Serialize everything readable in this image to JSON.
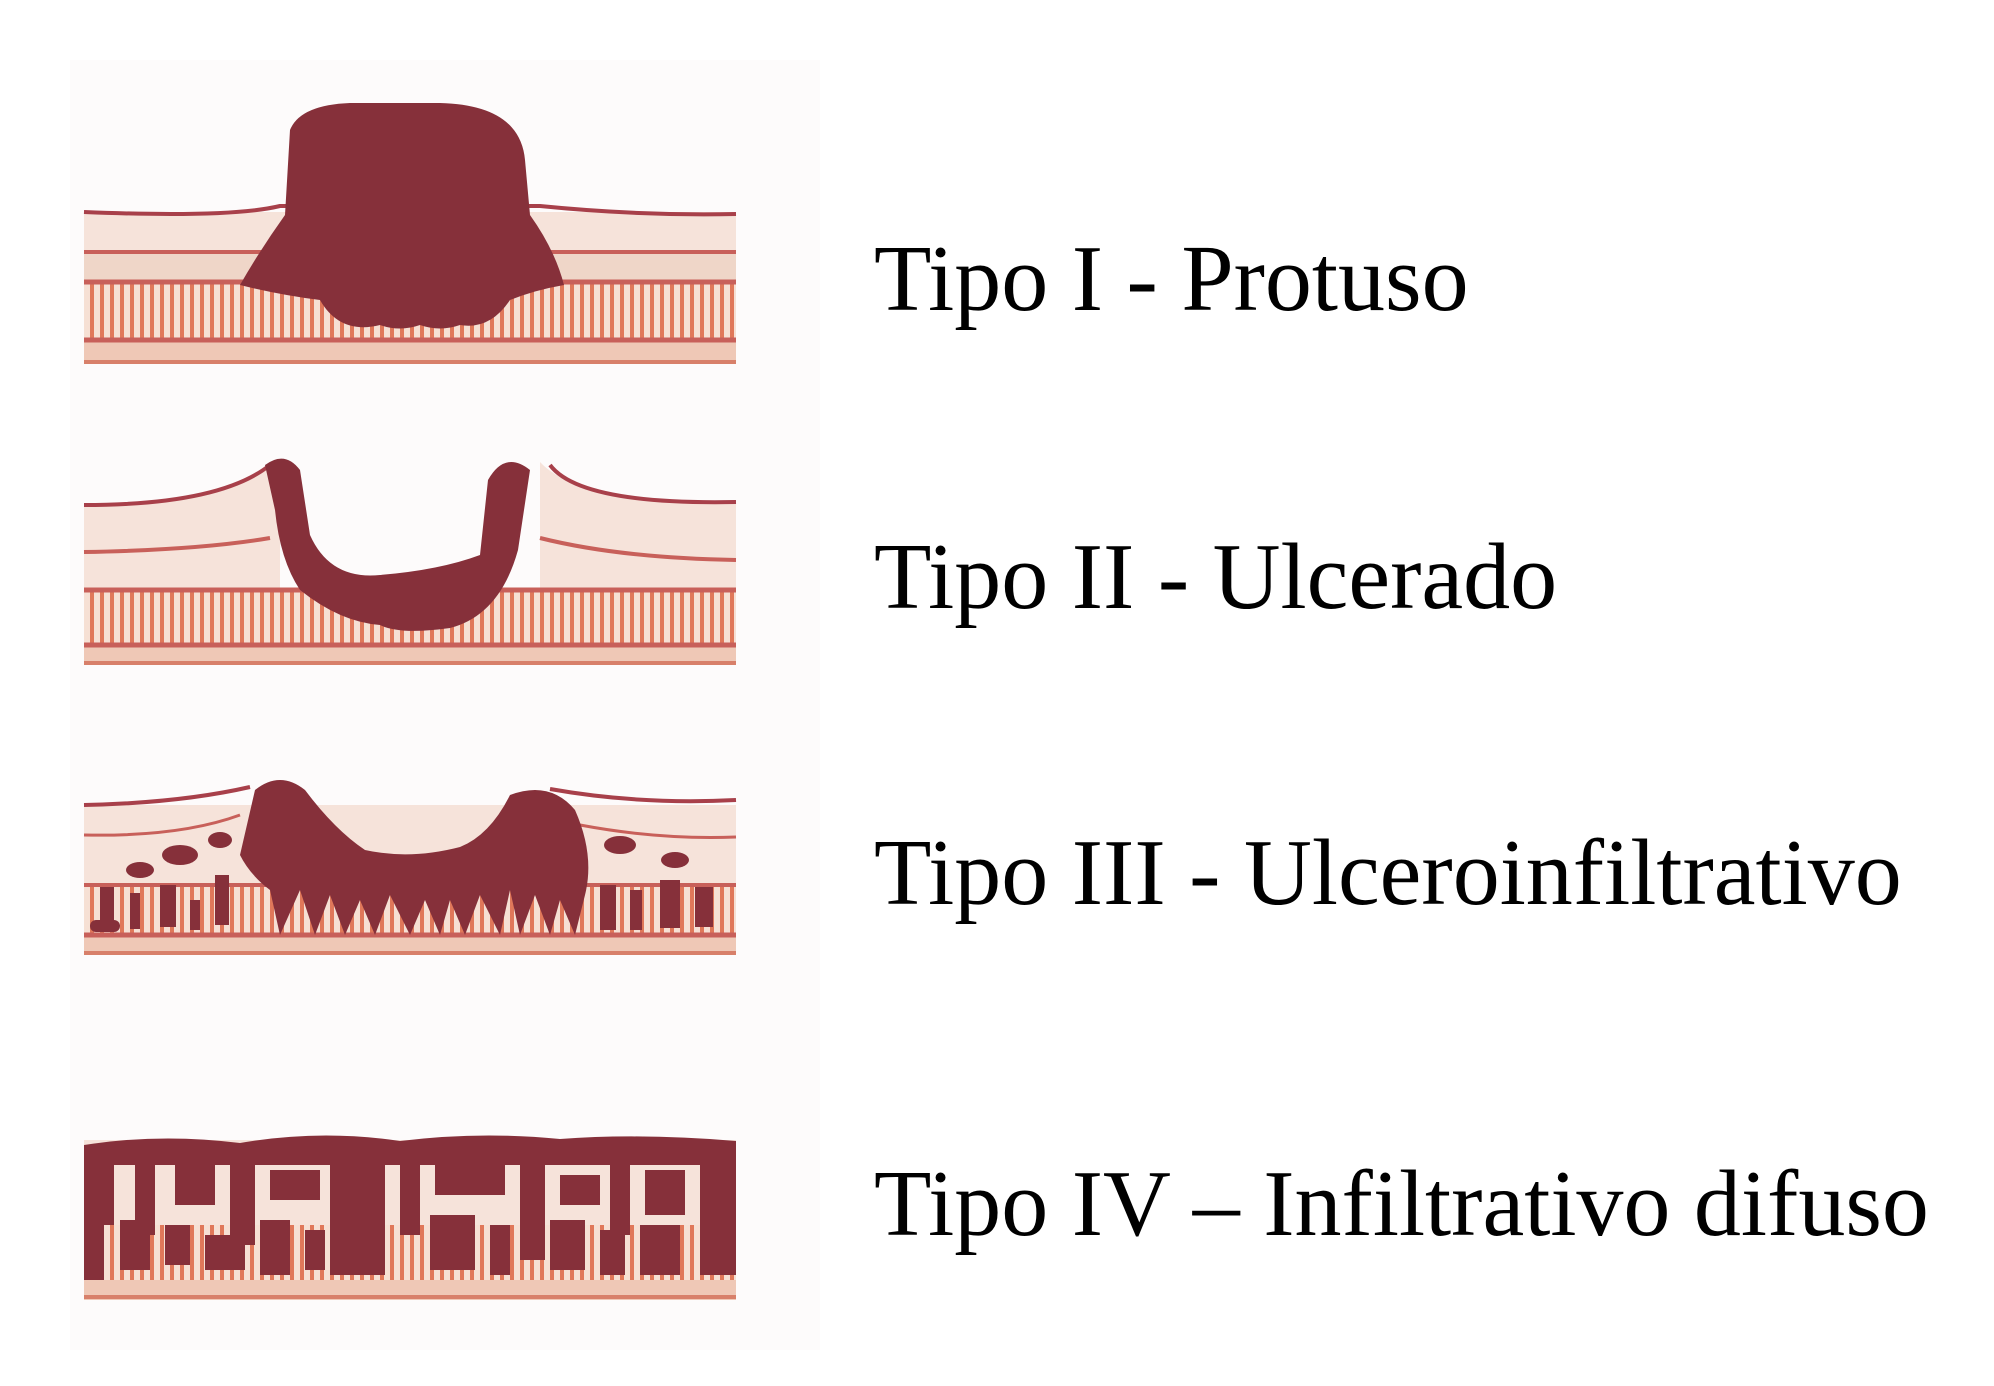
{
  "figure": {
    "colors": {
      "tumor": "#86303a",
      "mucosa_light": "#f6e3da",
      "mucosa_mid": "#efc8b6",
      "line": "#c8605a",
      "muscle_stripe": "#e0785a",
      "background": "#ffffff"
    },
    "types": [
      {
        "id": "tipo-1",
        "label": "Tipo I - Protuso"
      },
      {
        "id": "tipo-2",
        "label": "Tipo II - Ulcerado"
      },
      {
        "id": "tipo-3",
        "label": "Tipo III - Ulceroinfiltrativo"
      },
      {
        "id": "tipo-4",
        "label": "Tipo IV – Infiltrativo difuso"
      }
    ]
  }
}
